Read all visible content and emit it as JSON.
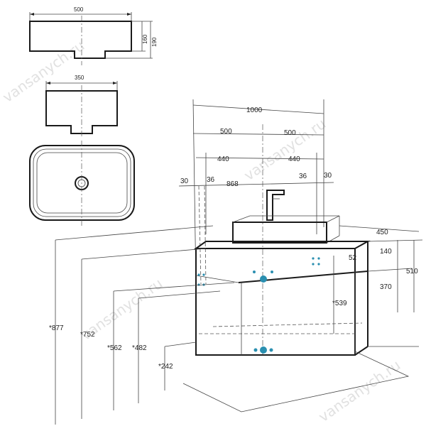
{
  "watermark": "vansanych.ru",
  "colors": {
    "line": "#1a1a1a",
    "accent": "#2a8fb0"
  },
  "sink_top_view": {
    "width": "500",
    "height_inner": "160",
    "height_outer": "190"
  },
  "sink_front_view": {
    "width": "350"
  },
  "cabinet": {
    "total_width": "1000",
    "half_left": "500",
    "half_right": "500",
    "inner_left": "440",
    "inner_right": "440",
    "edge_left": "30",
    "offset_left": "36",
    "inner_span": "868",
    "offset_right": "36",
    "edge_right": "30",
    "depth": "450",
    "countertop": "140",
    "drawer_gap": "52",
    "body_height": "370",
    "total_height": "510",
    "inner_height": "*539"
  },
  "heights": {
    "h877": "*877",
    "h752": "*752",
    "h562": "*562",
    "h482": "*482",
    "h242": "*242"
  }
}
